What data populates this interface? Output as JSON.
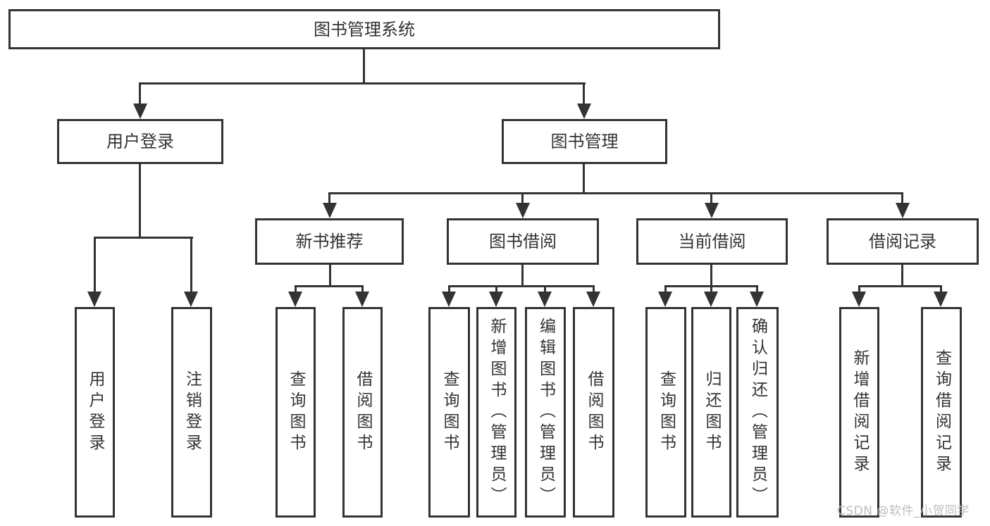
{
  "diagram": {
    "root": {
      "label": "图书管理系统"
    },
    "branches": [
      {
        "label": "用户登录",
        "children": [
          {
            "label": "用户登录"
          },
          {
            "label": "注销登录"
          }
        ]
      },
      {
        "label": "图书管理",
        "children": [
          {
            "label": "新书推荐",
            "children": [
              {
                "label": "查询图书"
              },
              {
                "label": "借阅图书"
              }
            ]
          },
          {
            "label": "图书借阅",
            "children": [
              {
                "label": "查询图书"
              },
              {
                "label": "新增图书（管理员）"
              },
              {
                "label": "编辑图书（管理员）"
              },
              {
                "label": "借阅图书"
              }
            ]
          },
          {
            "label": "当前借阅",
            "children": [
              {
                "label": "查询图书"
              },
              {
                "label": "归还图书"
              },
              {
                "label": "确认归还（管理员）"
              }
            ]
          },
          {
            "label": "借阅记录",
            "children": [
              {
                "label": "新增借阅记录"
              },
              {
                "label": "查询借阅记录"
              }
            ]
          }
        ]
      }
    ]
  },
  "watermark": {
    "text": "CSDN @软件_小贺同学"
  },
  "colors": {
    "line": "#333333",
    "text": "#333333",
    "watermark": "#bdbdbd",
    "background": "#ffffff"
  }
}
